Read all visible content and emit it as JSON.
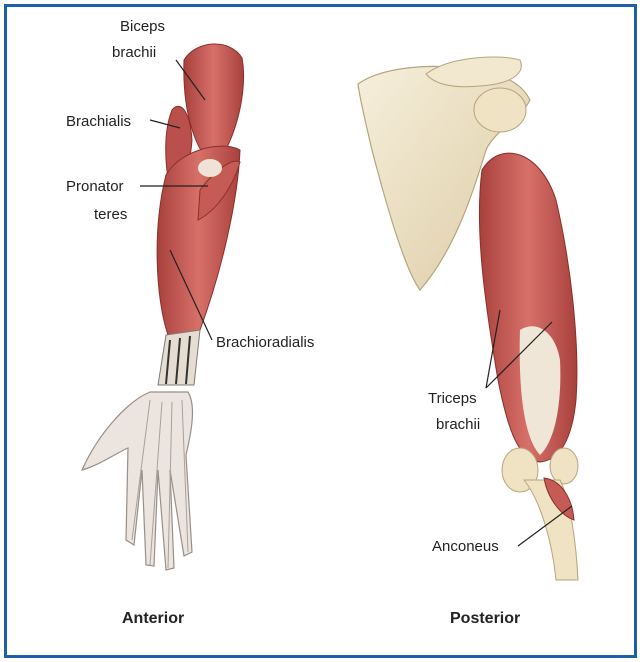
{
  "colors": {
    "frame_border": "#1f5fa8",
    "muscle": "#c9524f",
    "muscle_dark": "#a33a37",
    "tendon": "#eee8de",
    "bone": "#efe3c4",
    "text": "#222222"
  },
  "labels": {
    "biceps_line1": "Biceps",
    "biceps_line2": "brachii",
    "brachialis": "Brachialis",
    "pronator_line1": "Pronator",
    "pronator_line2": "teres",
    "brachioradialis": "Brachioradialis",
    "triceps_line1": "Triceps",
    "triceps_line2": "brachii",
    "anconeus": "Anconeus"
  },
  "captions": {
    "anterior": "Anterior",
    "posterior": "Posterior"
  }
}
